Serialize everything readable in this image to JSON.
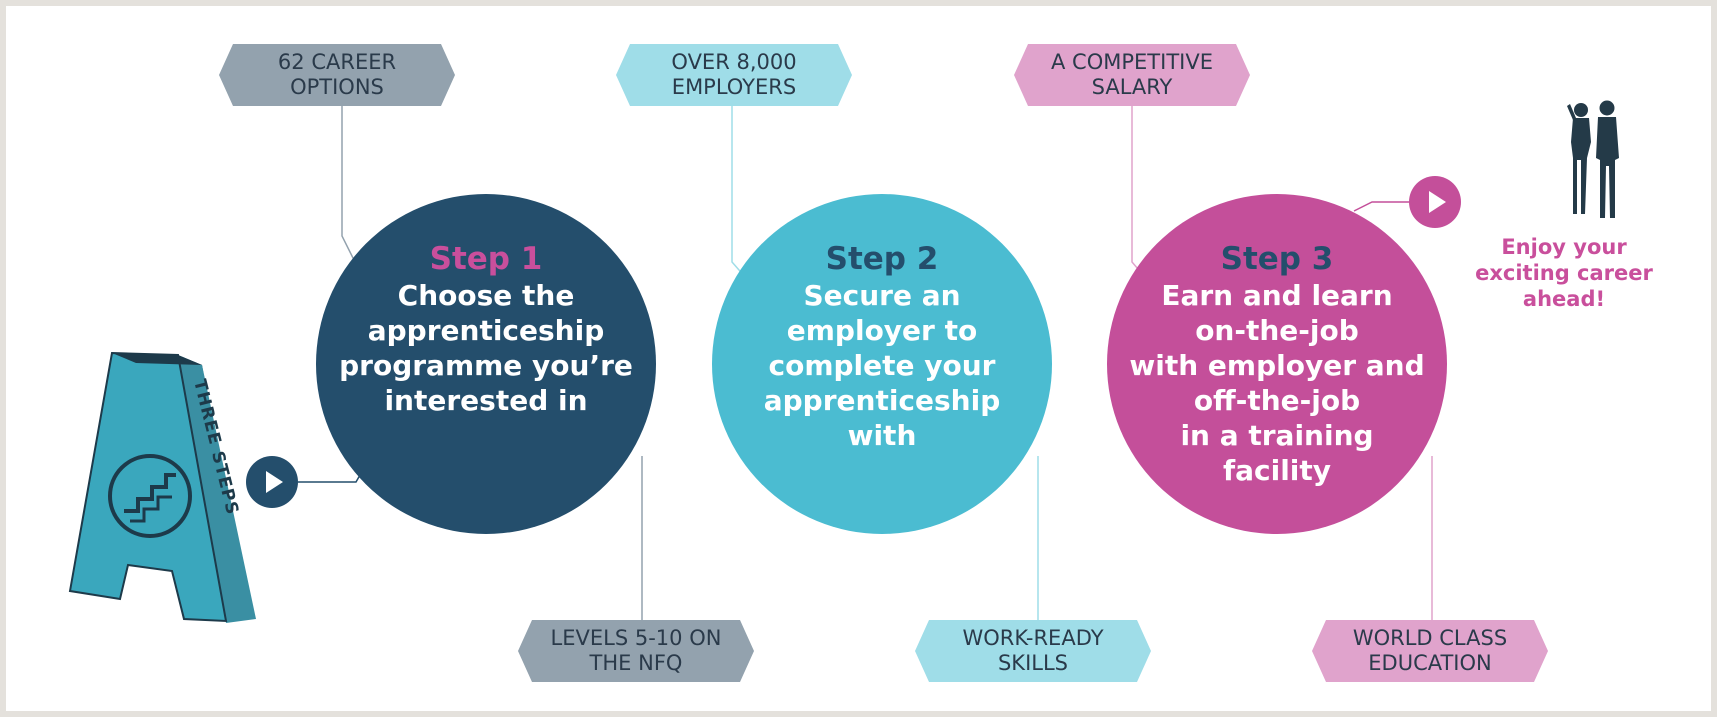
{
  "tags": {
    "career_options": "62 CAREER\nOPTIONS",
    "employers": "OVER 8,000\nEMPLOYERS",
    "salary": "A COMPETITIVE\nSALARY",
    "levels": "LEVELS 5-10 ON\nTHE NFQ",
    "skills": "WORK-READY\nSKILLS",
    "education": "WORLD CLASS\nEDUCATION"
  },
  "steps": [
    {
      "step": "Step 1",
      "text": "Choose the\napprenticeship\nprogramme you’re\ninterested in"
    },
    {
      "step": "Step 2",
      "text": "Secure an\nemployer to\ncomplete your\napprenticeship\nwith"
    },
    {
      "step": "Step 3",
      "text": "Earn and learn\non-the-job\nwith employer and\noff-the-job\nin a training\nfacility"
    }
  ],
  "sign_label": "THREE STEPS",
  "final_message": "Enjoy your\nexciting career\nahead!",
  "icons": {
    "play": "play-icon",
    "stairs": "stairs-icon",
    "people": "people-silhouette-icon"
  },
  "colors": {
    "navy": "#244e6c",
    "cyan": "#4bbcd1",
    "magenta": "#c44f9a",
    "tag_gray": "#93a2ae",
    "tag_cyan": "#9fdde8",
    "tag_pink": "#e0a3cc"
  }
}
